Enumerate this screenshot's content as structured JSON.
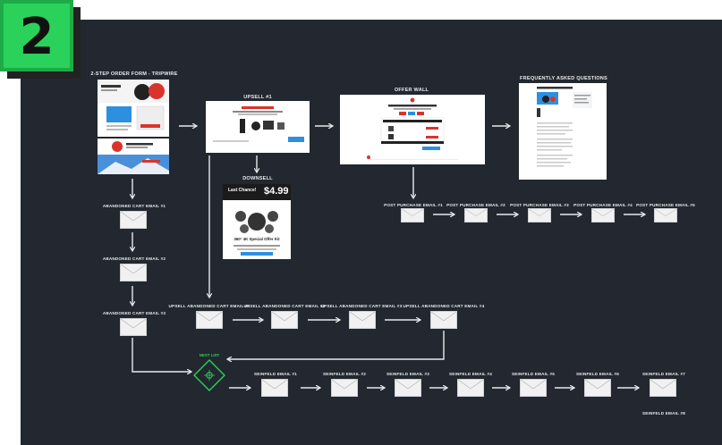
{
  "step_badge": "2",
  "sections": {
    "tripwire": "2-STEP ORDER FORM - TRIPWIRE",
    "upsell": "UPSELL #1",
    "offer_wall": "OFFER WALL",
    "faq": "FREQUENTLY ASKED QUESTIONS",
    "downsell": "DOWNSELL"
  },
  "abandoned_cart": [
    "ABANDONED CART EMAIL #1",
    "ABANDONED CART EMAIL #2",
    "ABANDONED CART EMAIL #3"
  ],
  "post_purchase": [
    "POST PURCHASE EMAIL #1",
    "POST PURCHASE EMAIL #2",
    "POST PURCHASE EMAIL #3",
    "POST PURCHASE EMAIL #4",
    "POST PURCHASE EMAIL #5"
  ],
  "upsell_abandoned": [
    "UPSELL ABANDONED CART EMAIL #1",
    "UPSELL ABANDONED CART EMAIL #2",
    "UPSELL ABANDONED CART EMAIL #3",
    "UPSELL ABANDONED CART EMAIL #4"
  ],
  "seinfeld": [
    "SEINFELD EMAIL #1",
    "SEINFELD EMAIL #2",
    "SEINFELD EMAIL #3",
    "SEINFELD EMAIL #4",
    "SEINFELD EMAIL #5",
    "SEINFELD EMAIL #6",
    "SEINFELD EMAIL #7",
    "SEINFELD EMAIL #8"
  ],
  "next_list": "NEXT LIST",
  "downsell_page": {
    "banner": "Last Chance!",
    "price": "$4.99",
    "headline": "360° 4K Special Offer Kit"
  },
  "colors": {
    "board": "#23272f",
    "badge": "#2ad15a",
    "accent_red": "#d9342b",
    "accent_blue": "#2d8fe0",
    "connector": "#e8eaee"
  }
}
